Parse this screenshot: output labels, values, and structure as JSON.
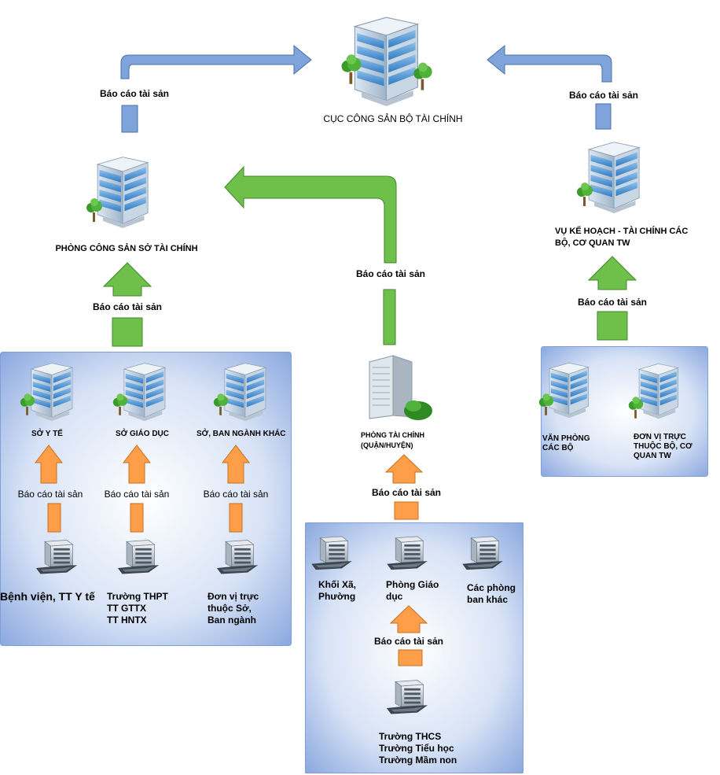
{
  "report_label": "Báo cáo tài sản",
  "nodes": {
    "cuc_cong_san": "CỤC CÔNG SẢN BỘ TÀI CHÍNH",
    "phong_cong_san": "PHÒNG CÔNG SẢN SỞ TÀI CHÍNH",
    "vu_ke_hoach": [
      "VỤ KẾ HOẠCH - TÀI CHÍNH CÁC",
      "BỘ, CƠ QUAN TW"
    ],
    "phong_tai_chinh": [
      "PHÒNG TÀI CHÍNH",
      "(QUẬN/HUYỆN)"
    ],
    "so_y_te": "SỞ Y TẾ",
    "so_giao_duc": "SỞ GIÁO DỤC",
    "so_ban_nganh": "SỞ, BAN NGÀNH KHÁC",
    "van_phong": [
      "VĂN PHÒNG",
      "CÁC BỘ"
    ],
    "don_vi_truc_thuoc_bo": [
      "ĐƠN VỊ TRỰC",
      "THUỘC BỘ, CƠ",
      "QUAN TW"
    ],
    "benh_vien": "Bệnh viện, TT Y tế",
    "truong_thpt": [
      "Trường THPT",
      "TT GTTX",
      "TT HNTX"
    ],
    "don_vi_truc_thuoc_so": [
      "Đơn vị trực",
      "thuộc Sở,",
      "Ban ngành"
    ],
    "khoi_xa": [
      "Khối Xã,",
      "Phường"
    ],
    "phong_giao_duc": [
      "Phòng Giáo",
      "dục"
    ],
    "cac_phong_ban": [
      "Các phòng",
      "ban khác"
    ],
    "truong_thcs": [
      "Trường THCS",
      "Trường Tiểu học",
      "Trường Mầm non"
    ]
  },
  "colors": {
    "blue_arrow": "#7FA4DC",
    "green_arrow": "#6EC04B",
    "orange_arrow": "#FF9E49",
    "panel_center": "#FFFFFF",
    "panel_edge": "#7F9FDB"
  },
  "icons": [
    "office-building-icon",
    "tree-icon",
    "computer-terminal-icon",
    "skyscraper-icon"
  ]
}
